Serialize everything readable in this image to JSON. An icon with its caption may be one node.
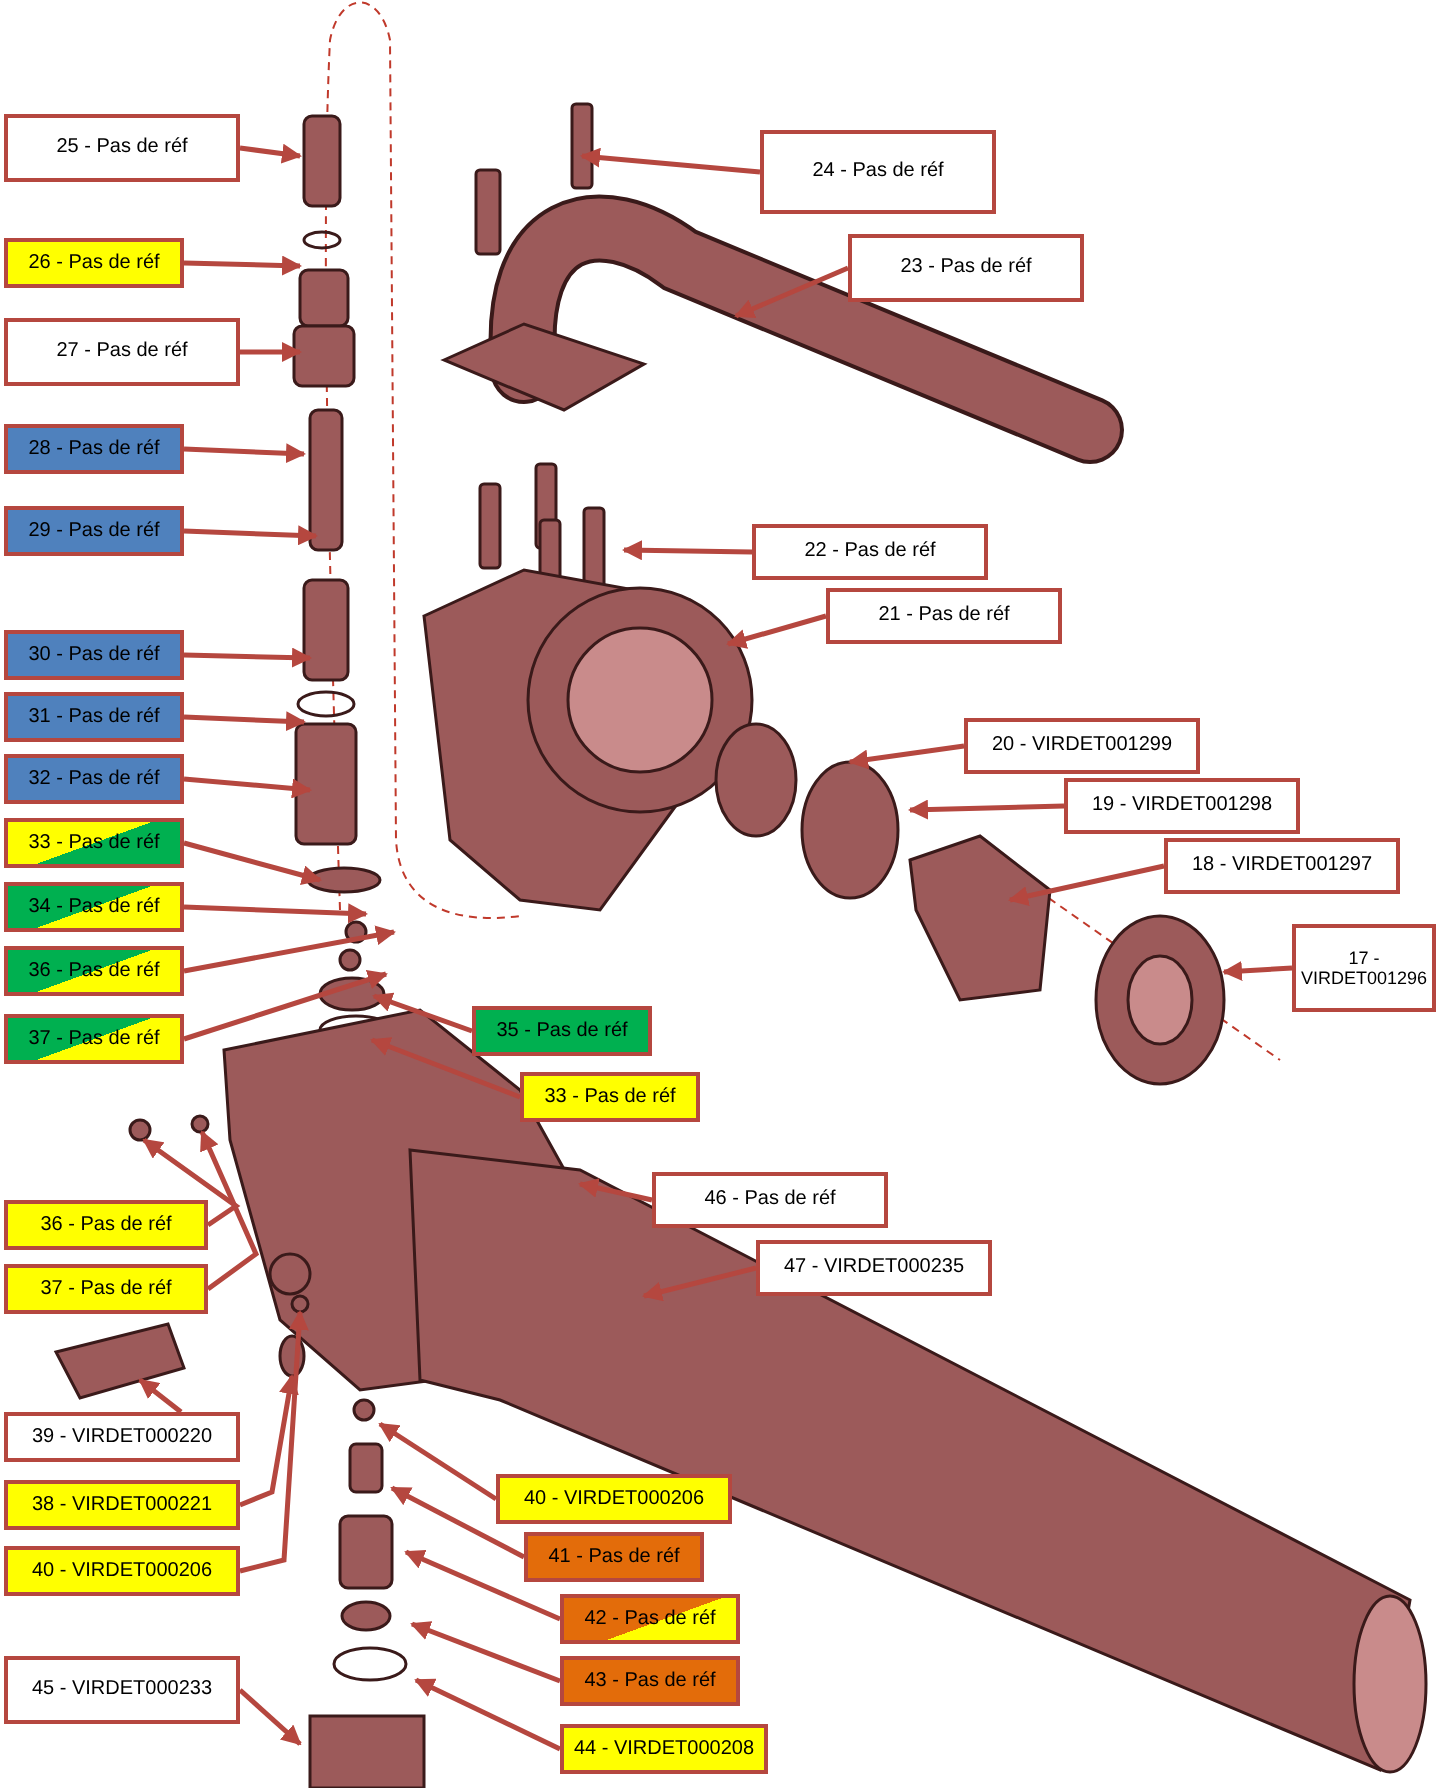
{
  "diagram": {
    "nodes": [
      {
        "text": [
          "25 - Pas de réf"
        ]
      },
      {
        "text": [
          "24 - Pas de réf"
        ]
      },
      {
        "text": [
          "23 - Pas de réf"
        ]
      },
      {
        "text": [
          "26 - Pas de réf"
        ]
      },
      {
        "text": [
          "27 - Pas de réf"
        ]
      },
      {
        "text": [
          "28 - Pas de réf"
        ]
      },
      {
        "text": [
          "29 - Pas de réf"
        ]
      },
      {
        "text": [
          "22 - Pas de réf"
        ]
      },
      {
        "text": [
          "21 - Pas de réf"
        ]
      },
      {
        "text": [
          "30 - Pas de réf"
        ]
      },
      {
        "text": [
          "31 - Pas de réf"
        ]
      },
      {
        "text": [
          "20 - VIRDET001299"
        ]
      },
      {
        "text": [
          "32 - Pas de réf"
        ]
      },
      {
        "text": [
          "19 - VIRDET001298"
        ]
      },
      {
        "text": [
          "33 - Pas de réf"
        ]
      },
      {
        "text": [
          "18 - VIRDET001297"
        ]
      },
      {
        "text": [
          "34 - Pas de réf"
        ]
      },
      {
        "text": [
          "17 - VIRDET001296"
        ]
      },
      {
        "text": [
          "36 - Pas de réf"
        ]
      },
      {
        "text": [
          "35 - Pas de réf"
        ]
      },
      {
        "text": [
          "37 - Pas de réf"
        ]
      },
      {
        "text": [
          "33 - Pas de réf"
        ]
      },
      {
        "text": [
          "36 - Pas de réf"
        ]
      },
      {
        "text": [
          "46 - Pas de réf"
        ]
      },
      {
        "text": [
          "37 - Pas de réf"
        ]
      },
      {
        "text": [
          "47 - VIRDET000235"
        ]
      },
      {
        "text": [
          "39 - VIRDET000220"
        ]
      },
      {
        "text": [
          "40 - VIRDET000206"
        ]
      },
      {
        "text": [
          "38 - VIRDET000221"
        ]
      },
      {
        "text": [
          "41 - Pas de réf"
        ]
      },
      {
        "text": [
          "40 - VIRDET000206"
        ]
      },
      {
        "text": [
          "42 - Pas de réf"
        ]
      },
      {
        "text": [
          "45 - VIRDET000233"
        ]
      },
      {
        "text": [
          "43 - Pas de réf"
        ]
      },
      {
        "text": [
          "44 - VIRDET000208"
        ]
      },
      {
        "text": [],
        "shape": "circle"
      },
      {
        "text": [],
        "shape": "circle"
      },
      {
        "text": [],
        "shape": "picture"
      },
      {
        "text": [],
        "shape": "circle"
      },
      {
        "text": [],
        "shape": "circle"
      }
    ],
    "edges": [
      {
        "from": 0,
        "to": null,
        "arrow": "to"
      },
      {
        "from": 1,
        "to": null,
        "arrow": "to"
      },
      {
        "from": 2,
        "to": null,
        "arrow": "to"
      },
      {
        "from": 3,
        "to": null,
        "arrow": "to"
      },
      {
        "from": 4,
        "to": null,
        "arrow": "to"
      },
      {
        "from": 5,
        "to": null,
        "arrow": "to"
      },
      {
        "from": 6,
        "to": null,
        "arrow": "to"
      },
      {
        "from": 7,
        "to": null,
        "arrow": "to"
      },
      {
        "from": 8,
        "to": null,
        "arrow": "to"
      },
      {
        "from": 9,
        "to": null,
        "arrow": "to"
      },
      {
        "from": 10,
        "to": null,
        "arrow": "to"
      },
      {
        "from": 11,
        "to": null,
        "arrow": "to"
      },
      {
        "from": 12,
        "to": null,
        "arrow": "to"
      },
      {
        "from": 13,
        "to": null,
        "arrow": "to"
      },
      {
        "from": 14,
        "to": null,
        "arrow": "to"
      },
      {
        "from": 15,
        "to": null,
        "arrow": "to"
      },
      {
        "from": 16,
        "to": null,
        "arrow": "to"
      },
      {
        "from": 17,
        "to": null,
        "arrow": "to"
      },
      {
        "from": 18,
        "to": null,
        "arrow": "to"
      },
      {
        "from": 19,
        "to": null,
        "arrow": "to"
      },
      {
        "from": 20,
        "to": null,
        "arrow": "to"
      },
      {
        "from": 21,
        "to": null,
        "arrow": "to"
      },
      {
        "from": 22,
        "to": 35,
        "arrow": "to"
      },
      {
        "from": 23,
        "to": null,
        "arrow": "to"
      },
      {
        "from": 24,
        "to": 36,
        "arrow": "to"
      },
      {
        "from": 25,
        "to": null,
        "arrow": "to"
      },
      {
        "from": 26,
        "to": 37,
        "arrow": "to"
      },
      {
        "from": 27,
        "to": null,
        "arrow": "to"
      },
      {
        "from": 28,
        "to": 38,
        "arrow": "to"
      },
      {
        "from": 29,
        "to": null,
        "arrow": "to"
      },
      {
        "from": 30,
        "to": 39,
        "arrow": "to"
      },
      {
        "from": 31,
        "to": null,
        "arrow": "to"
      },
      {
        "from": 32,
        "to": null,
        "arrow": "to"
      },
      {
        "from": 33,
        "to": null,
        "arrow": "to"
      },
      {
        "from": 34,
        "to": null,
        "arrow": "to"
      }
    ]
  }
}
